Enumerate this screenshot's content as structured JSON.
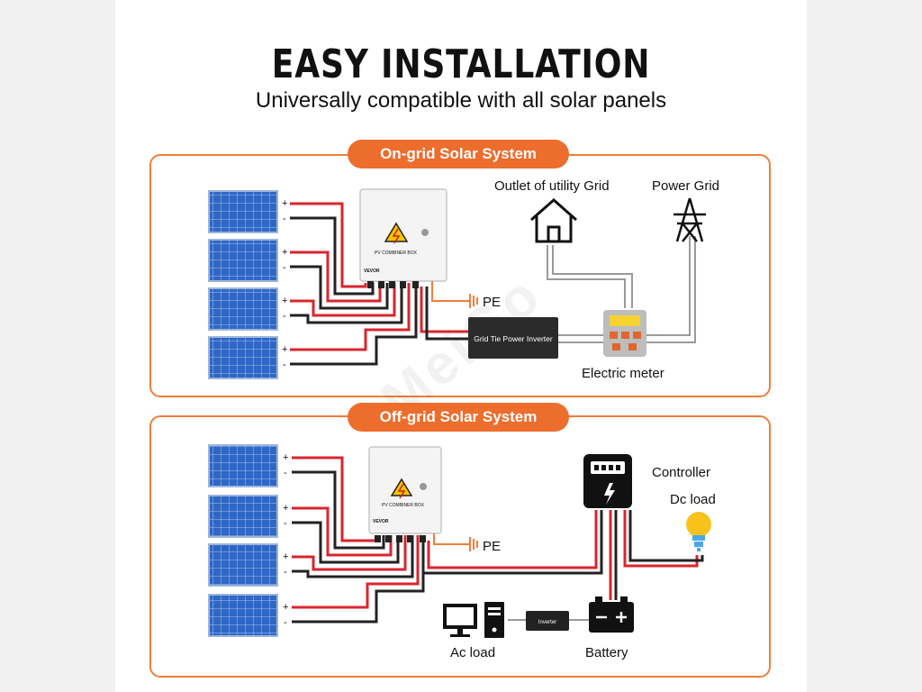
{
  "header": {
    "title": "EASY INSTALLATION",
    "subtitle": "Universally compatible with all solar panels"
  },
  "ongrid": {
    "section_title": "On-grid Solar System",
    "combiner_box_label": "PV COMBINER BOX",
    "brand": "VEVOR",
    "pe_label": "PE",
    "inverter_label": "Grid Tie Power Inverter",
    "outlet_label": "Outlet of utility Grid",
    "power_grid_label": "Power Grid",
    "meter_label": "Electric meter",
    "plus": "+",
    "minus": "-"
  },
  "offgrid": {
    "section_title": "Off-grid Solar System",
    "combiner_box_label": "PV COMBINER BOX",
    "brand": "VEVOR",
    "pe_label": "PE",
    "controller_label": "Controller",
    "dc_load_label": "Dc load",
    "ac_load_label": "Ac load",
    "inverter_label": "Inverter",
    "battery_label": "Battery",
    "plus": "+",
    "minus": "-"
  },
  "watermark": "MeiGo",
  "colors": {
    "accent": "#ed6d2d",
    "panel_blue": "#2f67c6",
    "wire_red": "#d8262e",
    "wire_black": "#222222"
  }
}
